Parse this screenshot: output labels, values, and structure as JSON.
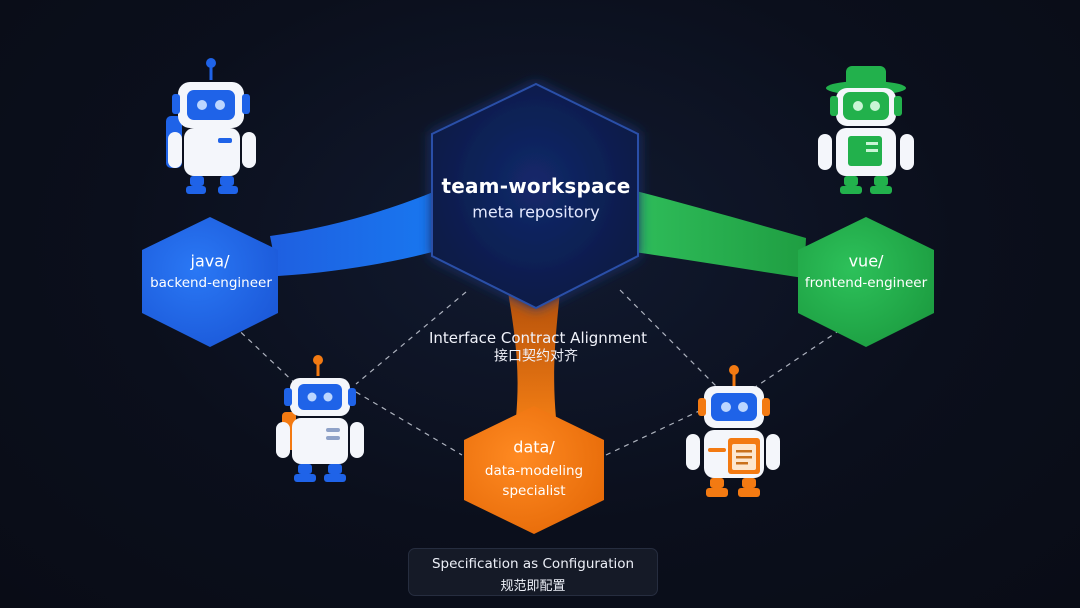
{
  "hub": {
    "title": "team-workspace",
    "subtitle": "meta repository",
    "color": "#0d2157"
  },
  "nodes": {
    "backend": {
      "path": "java/",
      "role": "backend-engineer",
      "color": "#1f63e8"
    },
    "frontend": {
      "path": "vue/",
      "role": "frontend-engineer",
      "color": "#22b14c"
    },
    "data": {
      "path": "data/",
      "role_line1": "data-modeling",
      "role_line2": "specialist",
      "color": "#f37a12"
    }
  },
  "alignment": {
    "title_en": "Interface Contract Alignment",
    "title_zh": "接口契约对齐"
  },
  "footer": {
    "title_en": "Specification as Configuration",
    "title_zh": "规范即配置"
  },
  "robots": [
    {
      "name": "backend-robot",
      "accent": "#1f63e8"
    },
    {
      "name": "frontend-robot",
      "accent": "#22b14c"
    },
    {
      "name": "helper-robot-left",
      "accent": "#1f63e8"
    },
    {
      "name": "helper-robot-right",
      "accent": "#f37a12"
    }
  ]
}
